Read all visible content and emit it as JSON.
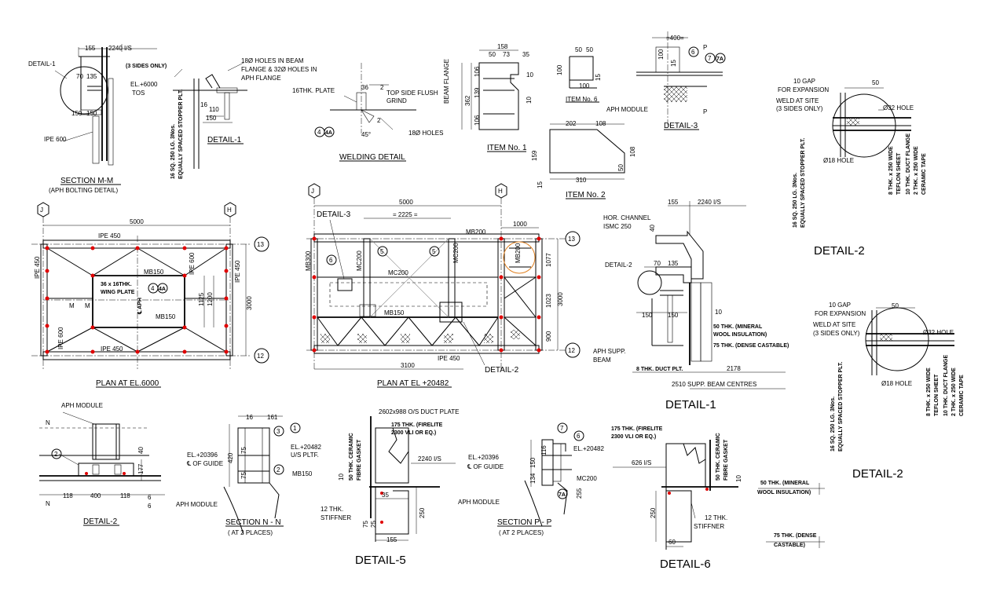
{
  "section_mm": {
    "title": "SECTION M-M",
    "sub": "(APH BOLTING DETAIL)",
    "detail_tag": "DETAIL-1",
    "d155": "155",
    "d2240": "2240 I/S",
    "d70": "70",
    "d135": "135",
    "d150a": "150",
    "d150b": "150",
    "ipe": "IPE 600"
  },
  "detail1_small": {
    "title": "DETAIL-1",
    "sides": "(3 SIDES ONLY)",
    "el": "EL.+6000",
    "tos": "TOS",
    "holes1": "18Ø HOLES IN BEAM",
    "holes2": "FLANGE & 32Ø HOLES IN",
    "holes3": "APH FLANGE",
    "d16": "16",
    "d110": "110",
    "d150": "150",
    "stop1": "16 SQ. 250 LG. 3Nos.",
    "stop2": "EQUALLY SPACED STOPPER PLT."
  },
  "welding": {
    "title": "WELDING DETAIL",
    "plate": "16THK. PLATE",
    "d36": "36",
    "d2a": "2",
    "d2b": "2",
    "d45": "45°",
    "flush1": "TOP SIDE FLUSH",
    "flush2": "GRIND",
    "holes": "18Ø HOLES",
    "beam": "BEAM FLANGE",
    "tag4": "4",
    "tag4a": "4A"
  },
  "item1": {
    "title": "ITEM No. 1",
    "d158": "158",
    "d50": "50",
    "d73": "73",
    "d35": "35",
    "d362": "362",
    "d106a": "106",
    "d139": "139",
    "d106b": "106",
    "d10a": "10",
    "d10b": "10"
  },
  "item6": {
    "title": "ITEM No. 6",
    "d50a": "50",
    "d50b": "50",
    "d100a": "100",
    "d100b": "100",
    "d15": "15"
  },
  "detail3": {
    "title": "DETAIL-3",
    "d400": "=400=",
    "c6": "6",
    "c7": "7",
    "c7a": "7A",
    "d100": "100",
    "d15": "15",
    "mod": "APH MODULE",
    "p": "P"
  },
  "item2": {
    "title": "ITEM No. 2",
    "d202": "202",
    "d108a": "108",
    "d108b": "108",
    "d159": "159",
    "d50": "50",
    "d15": "15",
    "d310": "310"
  },
  "detail2_top": {
    "title": "DETAIL-2",
    "gap1": "10 GAP",
    "gap2": "FOR EXPANSION",
    "d50": "50",
    "weld1": "WELD AT SITE",
    "weld2": "(3 SIDES ONLY)",
    "h32": "Ø32 HOLE",
    "h18": "Ø18 HOLE",
    "stop1": "16 SQ. 250 LG. 3Nos.",
    "stop2": "EQUALLY SPACED STOPPER PLT.",
    "v1": "8 THK. x 250 WIDE",
    "v2": "TEFLON SHEET",
    "v3": "10 THK. DUCT FLANGE",
    "v4": "2 THK. x 250 WIDE",
    "v5": "CERAMIC TAPE"
  },
  "plan6000": {
    "title": "PLAN AT EL.6000",
    "gj": "J",
    "gh": "H",
    "g13": "13",
    "g12": "12",
    "d5000": "5000",
    "d3000": "3000",
    "ipe450t": "IPE 450",
    "ipe450b": "IPE 450",
    "ipe450l": "IPE 450",
    "ipe450r": "IPE 450",
    "ipe600l": "IPE 600",
    "ipe600r": "IPE 600",
    "mb150a": "MB150",
    "mb150b": "MB150",
    "wing1": "36 x 16THK.",
    "wing2": "WING PLATE",
    "capm": "℄ APH",
    "d1125": "1125",
    "d1200": "1200",
    "m1": "M",
    "m2": "M",
    "t4": "4",
    "t4a": "4A"
  },
  "plan20482": {
    "title": "PLAN AT EL +20482",
    "gj": "J",
    "gh": "H",
    "g13": "13",
    "g12": "12",
    "d5000": "5000",
    "d2225": "= 2225 =",
    "d1000": "1000",
    "d3100": "3100",
    "d1077": "1077",
    "d1023": "1023",
    "d900": "900",
    "d3000": "3000",
    "mb200t": "MB200",
    "mb200r": "MB200",
    "mb300": "MB300",
    "mc200a": "MC200",
    "mc200b": "MC200",
    "mc200c": "MC200",
    "mb150": "MB150",
    "ipe450": "IPE 450",
    "det3": "DETAIL-3",
    "det2": "DETAIL-2",
    "c6": "6",
    "c5a": "5",
    "c5b": "5"
  },
  "detail1_big": {
    "title": "DETAIL-1",
    "d155": "155",
    "d2240": "2240 I/S",
    "hor1": "HOR. CHANNEL",
    "hor2": "ISMC 250",
    "d40": "40",
    "d70": "70",
    "d135": "135",
    "det2": "DETAIL-2",
    "d150a": "150",
    "d150b": "150",
    "d10": "10",
    "m50a": "50 THK. (MINERAL",
    "m50b": "WOOL INSULATION)",
    "m75": "75 THK. (DENSE CASTABLE)",
    "aph1": "APH SUPP.",
    "aph2": "BEAM",
    "duct": "8 THK. DUCT PLT.",
    "d2178": "2178",
    "d2510": "2510 SUPP. BEAM CENTRES"
  },
  "detail2_mid": {
    "title": "DETAIL-2",
    "gap1": "10 GAP",
    "gap2": "FOR EXPANSION",
    "d50": "50",
    "weld1": "WELD AT SITE",
    "weld2": "(3 SIDES ONLY)",
    "h32": "Ø32 HOLE",
    "h18": "Ø18 HOLE",
    "stop1": "16 SQ. 250 LG. 3Nos.",
    "stop2": "EQUALLY SPACED STOPPER PLT.",
    "v1": "8 THK. x 250 WIDE",
    "v2": "TEFLON SHEET",
    "v3": "10 THK. DUCT FLANGE",
    "v4": "2 THK. x 250 WIDE",
    "v5": "CERAMIC TAPE"
  },
  "detail2_bot": {
    "title": "DETAIL-2",
    "mod": "APH MODULE",
    "n1": "N",
    "n2": "N",
    "c2": "2",
    "d118a": "118",
    "d400": "400",
    "d118b": "118",
    "d6a": "6",
    "d6b": "6",
    "d177": "177",
    "d40": "40"
  },
  "section_nn": {
    "title": "SECTION N - N",
    "sub": "( AT 2 PLACES)",
    "d16": "16",
    "d161": "161",
    "c3": "3",
    "c1": "1",
    "c2": "2",
    "el1": "EL.+20482",
    "el1b": "U/S PLTF.",
    "el2": "EL.+20396",
    "guide": "℄ OF GUIDE",
    "mb150": "MB150",
    "mod": "APH MODULE",
    "d420": "420",
    "d75a": "75",
    "d75b": "75"
  },
  "detail5": {
    "title": "DETAIL-5",
    "duct": "2602x988 O/S DUCT PLATE",
    "fire1": "175 THK. (FIRELITE",
    "fire2": "2300 VLI OR EQ.)",
    "cer1": "50 THK. CERAMIC",
    "cer2": "FIBRE GASKET",
    "d2240": "2240 I/S",
    "d10": "10",
    "d35": "35",
    "d250": "250",
    "d75": "75",
    "d25": "25",
    "d155": "155",
    "stf1": "12 THK.",
    "stf2": "STIFFNER"
  },
  "section_pp": {
    "title": "SECTION P - P",
    "sub": "( AT 2 PLACES)",
    "c7": "7",
    "c6": "6",
    "c7a": "7A",
    "el1": "EL.+20482",
    "el2": "EL.+20396",
    "guide": "℄ OF GUIDE",
    "mc200": "MC200",
    "mod": "APH MODULE",
    "d116": "116",
    "d150": "150",
    "d134": "134",
    "d255": "255"
  },
  "detail6": {
    "title": "DETAIL-6",
    "fire1": "175 THK. (FIRELITE",
    "fire2": "2300 VLI OR EQ.)",
    "cer1": "50 THK. CERAMIC",
    "cer2": "FIBRE GASKET",
    "d626": "626 I/S",
    "d10": "10",
    "d250": "250",
    "d60": "60",
    "stf1": "12 THK.",
    "stf2": "STIFFNER"
  },
  "notes": {
    "m1": "50 THK. (MINERAL",
    "m2": "WOOL INSULATION)",
    "c1": "75 THK. (DENSE",
    "c2": "CASTABLE)"
  },
  "colors": {
    "line": "#000000",
    "marker": "#e00000",
    "bg": "#ffffff"
  }
}
